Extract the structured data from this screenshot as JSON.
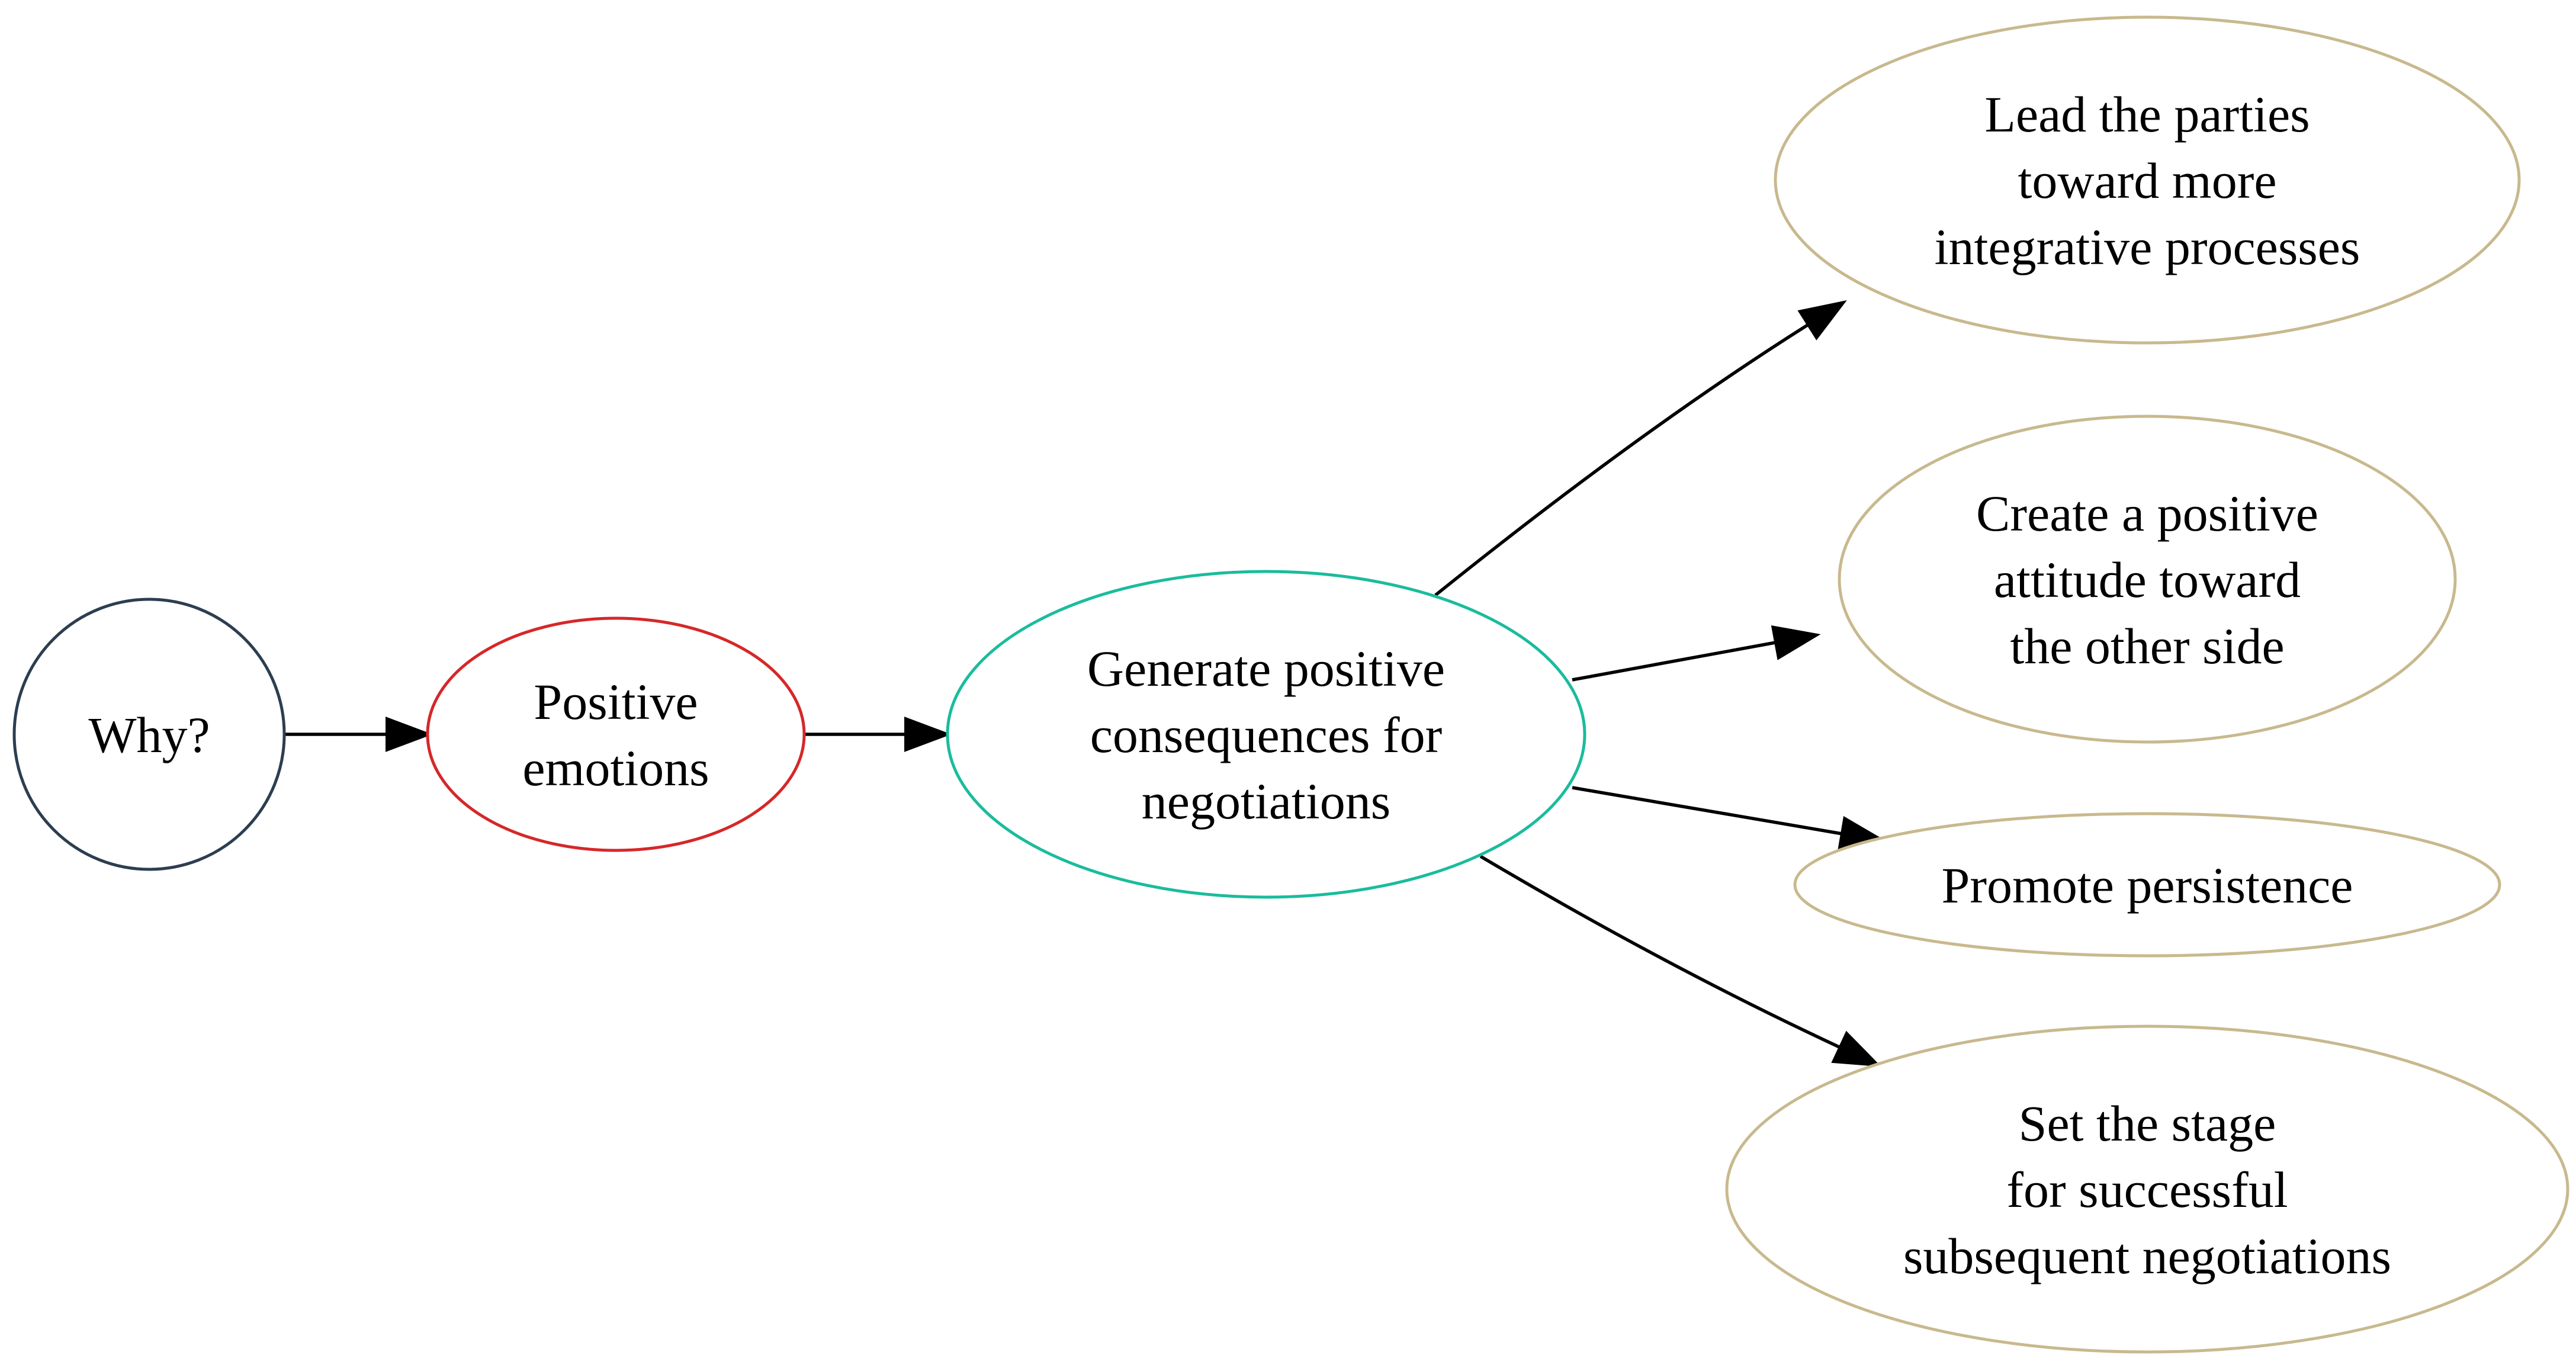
{
  "diagram": {
    "type": "directed-graph",
    "colors": {
      "root": "#2c3e50",
      "emotion": "#d62728",
      "consequence": "#1abc9c",
      "outcome": "#c8b98e",
      "edge": "#000000",
      "text": "#000000"
    },
    "nodes": [
      {
        "id": "why",
        "label": "Why?",
        "shape": "circle",
        "color": "#2c3e50"
      },
      {
        "id": "emotions",
        "label": "Positive\nemotions",
        "shape": "ellipse",
        "color": "#d62728"
      },
      {
        "id": "consequences",
        "label": "Generate positive\nconsequences for\nnegotiations",
        "shape": "ellipse",
        "color": "#1abc9c"
      },
      {
        "id": "integrative",
        "label": "Lead the parties\ntoward more\nintegrative processes",
        "shape": "ellipse",
        "color": "#c8b98e"
      },
      {
        "id": "attitude",
        "label": "Create a positive\nattitude toward\nthe other side",
        "shape": "ellipse",
        "color": "#c8b98e"
      },
      {
        "id": "persistence",
        "label": "Promote persistence",
        "shape": "ellipse",
        "color": "#c8b98e"
      },
      {
        "id": "stage",
        "label": "Set the stage\nfor successful\nsubsequent negotiations",
        "shape": "ellipse",
        "color": "#c8b98e"
      }
    ],
    "edges": [
      {
        "from": "why",
        "to": "emotions"
      },
      {
        "from": "emotions",
        "to": "consequences"
      },
      {
        "from": "consequences",
        "to": "integrative"
      },
      {
        "from": "consequences",
        "to": "attitude"
      },
      {
        "from": "consequences",
        "to": "persistence"
      },
      {
        "from": "consequences",
        "to": "stage"
      }
    ]
  }
}
